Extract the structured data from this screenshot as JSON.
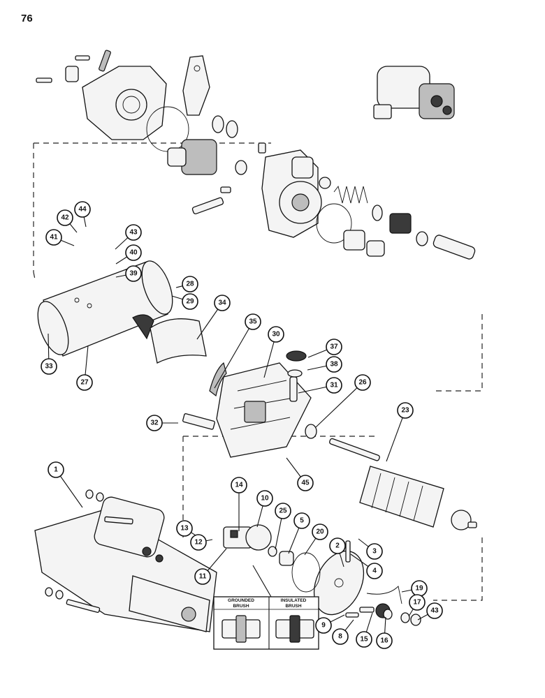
{
  "page_number": "76",
  "callouts": [
    {
      "id": "44"
    },
    {
      "id": "42"
    },
    {
      "id": "41"
    },
    {
      "id": "43a",
      "label": "43"
    },
    {
      "id": "40"
    },
    {
      "id": "39"
    },
    {
      "id": "28"
    },
    {
      "id": "29"
    },
    {
      "id": "34"
    },
    {
      "id": "35"
    },
    {
      "id": "30"
    },
    {
      "id": "37"
    },
    {
      "id": "38"
    },
    {
      "id": "31"
    },
    {
      "id": "26"
    },
    {
      "id": "23"
    },
    {
      "id": "33"
    },
    {
      "id": "27"
    },
    {
      "id": "32"
    },
    {
      "id": "45"
    },
    {
      "id": "1"
    },
    {
      "id": "14"
    },
    {
      "id": "10"
    },
    {
      "id": "25"
    },
    {
      "id": "5"
    },
    {
      "id": "20"
    },
    {
      "id": "2"
    },
    {
      "id": "3"
    },
    {
      "id": "4"
    },
    {
      "id": "13"
    },
    {
      "id": "12"
    },
    {
      "id": "11"
    },
    {
      "id": "19"
    },
    {
      "id": "17"
    },
    {
      "id": "43b",
      "label": "43"
    },
    {
      "id": "9"
    },
    {
      "id": "8"
    },
    {
      "id": "15"
    },
    {
      "id": "16"
    }
  ],
  "inset": {
    "left_label_line1": "GROUNDED",
    "left_label_line2": "BRUSH",
    "right_label_line1": "INSULATED",
    "right_label_line2": "BRUSH"
  }
}
